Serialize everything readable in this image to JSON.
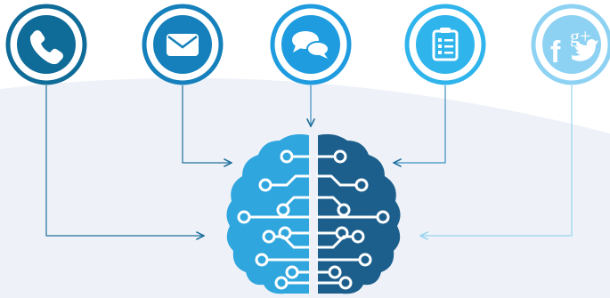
{
  "colors": {
    "background_top": "#ffffff",
    "background_band": "#eef2f8",
    "connector_dark": "#1f6f9c",
    "connector_light": "#9ad4ef",
    "brain_left": "#2fa6de",
    "brain_right": "#1c5f8d",
    "circuit_white": "#ffffff"
  },
  "channels": [
    {
      "id": "phone",
      "icon": "phone-icon",
      "fill": "#0f6b98",
      "ring": "#0f6b98",
      "glyph": "#ffffff"
    },
    {
      "id": "email",
      "icon": "envelope-icon",
      "fill": "#1580bb",
      "ring": "#1580bb",
      "glyph": "#ffffff"
    },
    {
      "id": "chat",
      "icon": "chat-bubbles-icon",
      "fill": "#1e9cdf",
      "ring": "#1e9cdf",
      "glyph": "#ffffff"
    },
    {
      "id": "survey",
      "icon": "clipboard-checklist-icon",
      "fill": "#2fb4ec",
      "ring": "#2fb4ec",
      "glyph": "#ffffff"
    },
    {
      "id": "social",
      "icon": "social-media-icon",
      "fill": "#8ed2f3",
      "ring": "#8ed2f3",
      "glyph": "#ffffff"
    }
  ],
  "brain": {
    "icon": "brain-circuit-icon"
  },
  "social_glyphs": {
    "facebook": "f",
    "google_plus": "g+"
  }
}
